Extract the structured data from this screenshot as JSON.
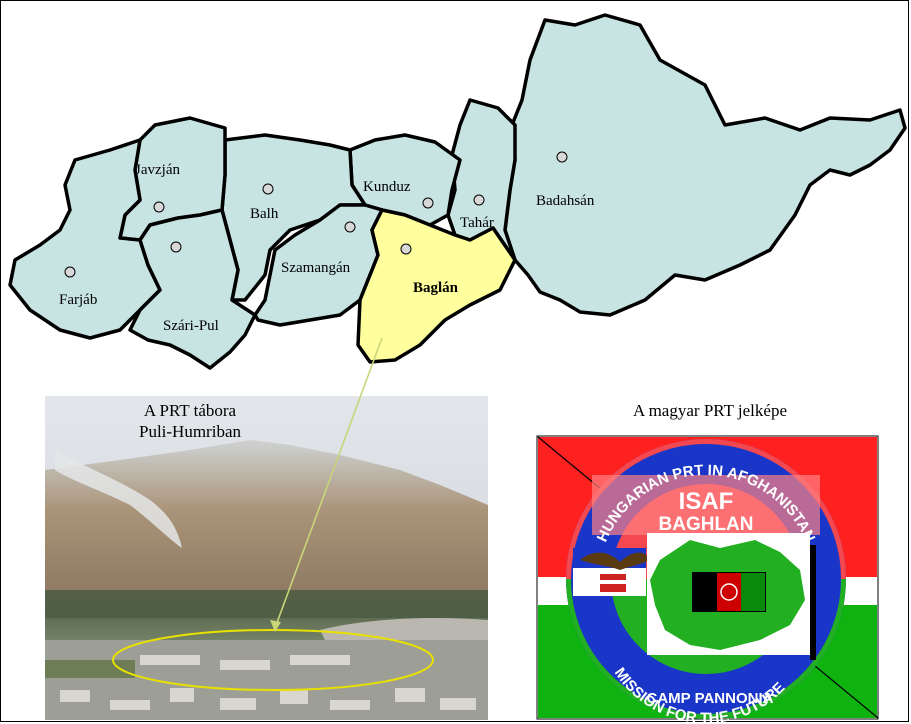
{
  "map": {
    "provinces": [
      {
        "id": "farjab",
        "label": "Farjáb"
      },
      {
        "id": "javzjan",
        "label": "Javzján"
      },
      {
        "id": "balh",
        "label": "Balh"
      },
      {
        "id": "szari-pul",
        "label": "Szári-Pul"
      },
      {
        "id": "szamangan",
        "label": "Szamangán"
      },
      {
        "id": "kunduz",
        "label": "Kunduz"
      },
      {
        "id": "tahar",
        "label": "Tahár"
      },
      {
        "id": "badahsan",
        "label": "Badahsán"
      },
      {
        "id": "baglan",
        "label": "Baglán",
        "highlighted": true
      }
    ],
    "colors": {
      "province_fill": "#c7e4e3",
      "highlight_fill": "#ffff9e",
      "border": "#000000",
      "pointer": "#c8d67a",
      "ellipse": "#e8e000"
    }
  },
  "photo": {
    "caption_line1": "A PRT tábora",
    "caption_line2": "Puli-Humriban"
  },
  "emblem": {
    "caption": "A magyar PRT jelképe",
    "top_arc": "HUNGARIAN PRT IN AFGHANISTAN",
    "isaf": "ISAF",
    "baghlan": "BAGHLAN",
    "bottom_arc": "MISSION FOR THE FUTURE",
    "camp": "CAMP PANNONIA",
    "colors": {
      "red": "#ff2020",
      "green": "#0fb30f",
      "ring": "#1a36c8",
      "white": "#ffffff",
      "province": "#22b022"
    }
  }
}
